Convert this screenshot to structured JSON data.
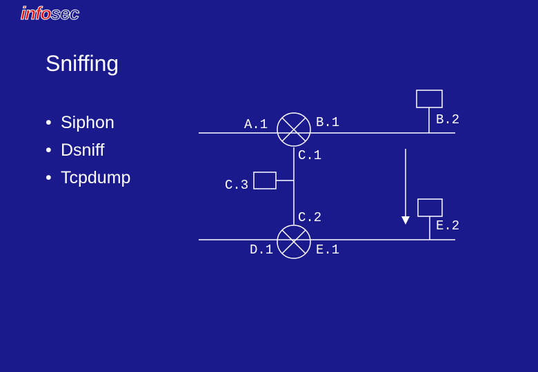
{
  "logo": {
    "part1": "info",
    "part2": "sec"
  },
  "title": "Sniffing",
  "bullets": [
    "Siphon",
    "Dsniff",
    "Tcpdump"
  ],
  "diagram": {
    "labels": {
      "a1": "A.1",
      "b1": "B.1",
      "b2": "B.2",
      "c1": "C.1",
      "c2": "C.2",
      "c3": "C.3",
      "d1": "D.1",
      "e1": "E.1",
      "e2": "E.2"
    }
  },
  "colors": {
    "background": "#1a1a8c",
    "foreground": "#ffffff",
    "logo_red": "#e01010"
  }
}
